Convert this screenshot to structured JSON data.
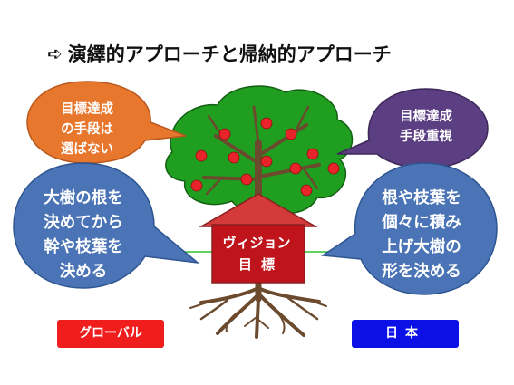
{
  "title": {
    "arrow": "➪",
    "text": "演繹的アプローチと帰納的アプローチ"
  },
  "bubbles": {
    "orange": "目標達成\nの手段は\n選ばない",
    "purple": "目標達成\n手段重視",
    "blue_left": "大樹の根を\n決めてから\n幹や枝葉を\n決める",
    "blue_right": "根や枝葉を\n個々に積み\n上げ大樹の\n形を決める"
  },
  "house": {
    "line1": "ヴィジョン",
    "line2": "目標"
  },
  "labels": {
    "global": "グローバル",
    "japan": "日本"
  },
  "colors": {
    "tree_green": "#1f9e1f",
    "trunk_brown": "#6b4a2e",
    "apple_red": "#e8232a",
    "house_red": "#c0141c",
    "house_roof": "#d43a3a",
    "bubble_blue": "#4a74b6",
    "bubble_orange": "#e8772e",
    "bubble_purple": "#5b3f82",
    "label_red": "#f01d1d",
    "label_blue": "#0a10e6",
    "ground_green": "#2ec02e"
  }
}
